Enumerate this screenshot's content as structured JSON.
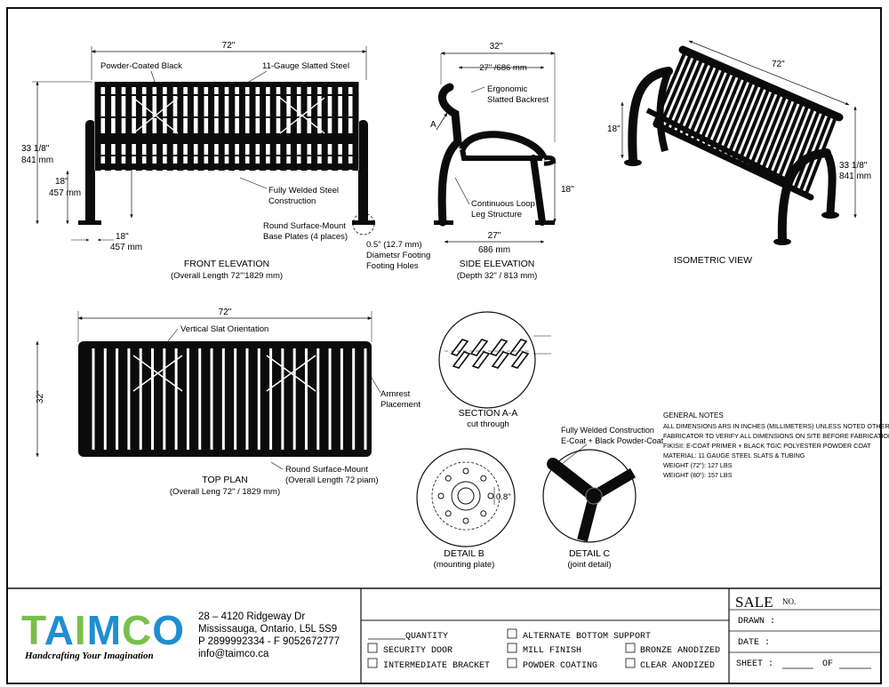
{
  "front": {
    "dim_top": "72\"",
    "label_powder": "Powder-Coated Black",
    "label_gauge": "11-Gauge Slatted Steel",
    "height_in": "33 1/8\"",
    "height_mm": "841 mm",
    "seat_in": "18\"",
    "seat_mm": "457 mm",
    "leg_in": "18\"",
    "leg_mm": "457 mm",
    "welded_1": "Fully Welded Steel",
    "welded_2": "Construction",
    "plates_1": "Round Surface-Mount",
    "plates_2": "Base Plates (4 places)",
    "holes_1": "0.5\" (12.7 mm)",
    "holes_2": "Diametsr Footing",
    "holes_3": "Footing Holes",
    "title": "FRONT ELEVATION",
    "subtitle": "(Overall Length 72\"'1829 mm)"
  },
  "side": {
    "dim_top": "32\"",
    "dim_inner": "27\" /686 mm",
    "backrest_1": "Ergonomic",
    "backrest_2": "Slatted Backrest",
    "section_mark": "A",
    "loop_1": "Continuous Loop",
    "loop_2": "Leg Structure",
    "height": "18\"",
    "base_in": "27\"",
    "base_mm": "686 mm",
    "title": "SIDE ELEVATION",
    "subtitle": "(Depth 32\" / 813 mm)"
  },
  "iso": {
    "dim_top": "72\"",
    "seat": "18\"",
    "height_in": "33 1/8\"",
    "height_mm": "841 mm",
    "title": "ISOMETRIC VIEW"
  },
  "top": {
    "dim_top": "72\"",
    "vertical": "Vertical Slat Orientation",
    "depth": "32\"",
    "armrest_1": "Armrest",
    "armrest_2": "Placement",
    "mount_1": "Round Surface-Mount",
    "mount_2": "(Overall Length 72 piam)",
    "title": "TOP PLAN",
    "subtitle": "(Overall Leng 72\" / 1829 mm)"
  },
  "section": {
    "title": "SECTION A-A",
    "subtitle": "cut through"
  },
  "detail_b": {
    "dim": "0.8\"",
    "title": "DETAIL B",
    "subtitle": "(mounting plate)"
  },
  "detail_c": {
    "label_1": "Fully Welded Construction",
    "label_2": "E-Coat + Black Powder-Coat",
    "title": "DETAIL C",
    "subtitle": "(joint detail)"
  },
  "notes": {
    "heading": "GENERAL NOTES",
    "lines": [
      "ALL DIMENSIONS ARS IN INCHES (MILLIMETERS) UNLESS NOTED OTHERWISE",
      "FABRICATOR TO VERIFY ALL DIMENSIONS ON SITE BEFORE FABRICATION",
      "FIKISII: E-COAT PRIMER + BLACK TGIC POLYESTER POWDER COAT",
      "MATERIAL: 11 GAUGE STEEL SLATS & TUBING",
      "WEIGHT (72\"): 127 LBS",
      "WEIGHT (80\"): 157 LBS"
    ]
  },
  "company": {
    "logo_text": "TAIMCO",
    "tagline": "Handcrafting Your Imagination",
    "address_1": "28 – 4120 Ridgeway Dr",
    "address_2": "Mississauga, Ontario, L5L 5S9",
    "phone": "P 2899992334 - F 9052672777",
    "email": "info@taimco.ca",
    "logo_blue": "#1f8fd0",
    "logo_green": "#78c04a"
  },
  "options": {
    "quantity": "QUANTITY",
    "col1": [
      "SECURITY DOOR",
      "INTERMEDIATE BRACKET"
    ],
    "col2": [
      "ALTERNATE BOTTOM SUPPORT",
      "MILL FINISH",
      "POWDER COATING"
    ],
    "col3": [
      "BRONZE ANODIZED",
      "CLEAR ANODIZED"
    ]
  },
  "titleblock": {
    "sale": "SALE",
    "no": "NO.",
    "drawn": "DRAWN :",
    "date": "DATE :",
    "sheet": "SHEET :",
    "of": "OF"
  }
}
